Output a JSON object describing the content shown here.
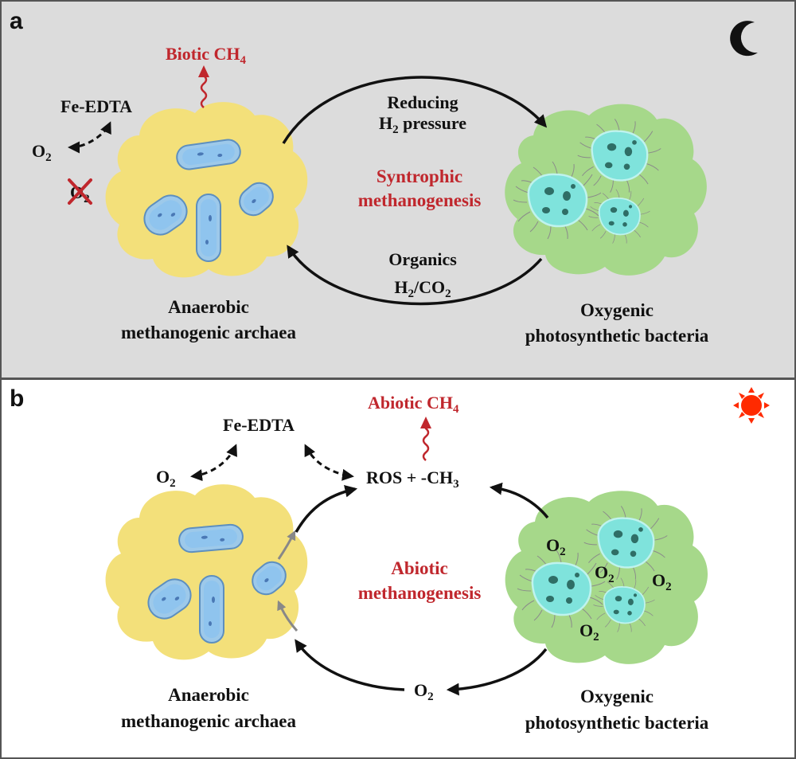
{
  "colors": {
    "panel_a_bg": "#dcdcdc",
    "panel_b_bg": "#ffffff",
    "archaea_blob": "#f3e07a",
    "bacteria_blob": "#a6d88a",
    "archaea_cell": "#8fc4ee",
    "bacteria_cell": "#7fe3dc",
    "accent_red": "#c0272d",
    "sun": "#ff2a00"
  },
  "icons": {
    "night": "crescent-moon-icon",
    "day": "sun-icon",
    "blocked": "red-x-icon"
  },
  "panel_a": {
    "letter": "a",
    "biotic_ch4": {
      "main": "Biotic CH",
      "sub": "4"
    },
    "fe_edta": "Fe-EDTA",
    "o2": {
      "main": "O",
      "sub": "2"
    },
    "o2_blocked": {
      "main": "O",
      "sub": "2"
    },
    "top_arrow_label": {
      "line1": "Reducing",
      "line2_main": "H",
      "line2_sub": "2",
      "line2_rest": " pressure"
    },
    "center_label": {
      "line1": "Syntrophic",
      "line2": "methanogenesis"
    },
    "bottom_arrow_label": {
      "line1": "Organics",
      "line2_a": "H",
      "line2_sub1": "2",
      "line2_b": "/CO",
      "line2_sub2": "2"
    },
    "left_caption": {
      "line1": "Anaerobic",
      "line2": "methanogenic archaea"
    },
    "right_caption": {
      "line1": "Oxygenic",
      "line2": "photosynthetic bacteria"
    }
  },
  "panel_b": {
    "letter": "b",
    "abiotic_ch4": {
      "main": "Abiotic CH",
      "sub": "4"
    },
    "fe_edta": "Fe-EDTA",
    "o2_left": {
      "main": "O",
      "sub": "2"
    },
    "ros": {
      "main": "ROS + -CH",
      "sub": "3"
    },
    "center_label": {
      "line1": "Abiotic",
      "line2": "methanogenesis"
    },
    "o2_bottom": {
      "main": "O",
      "sub": "2"
    },
    "bacteria_o2": [
      {
        "main": "O",
        "sub": "2"
      },
      {
        "main": "O",
        "sub": "2"
      },
      {
        "main": "O",
        "sub": "2"
      },
      {
        "main": "O",
        "sub": "2"
      }
    ],
    "left_caption": {
      "line1": "Anaerobic",
      "line2": "methanogenic archaea"
    },
    "right_caption": {
      "line1": "Oxygenic",
      "line2": "photosynthetic bacteria"
    }
  }
}
